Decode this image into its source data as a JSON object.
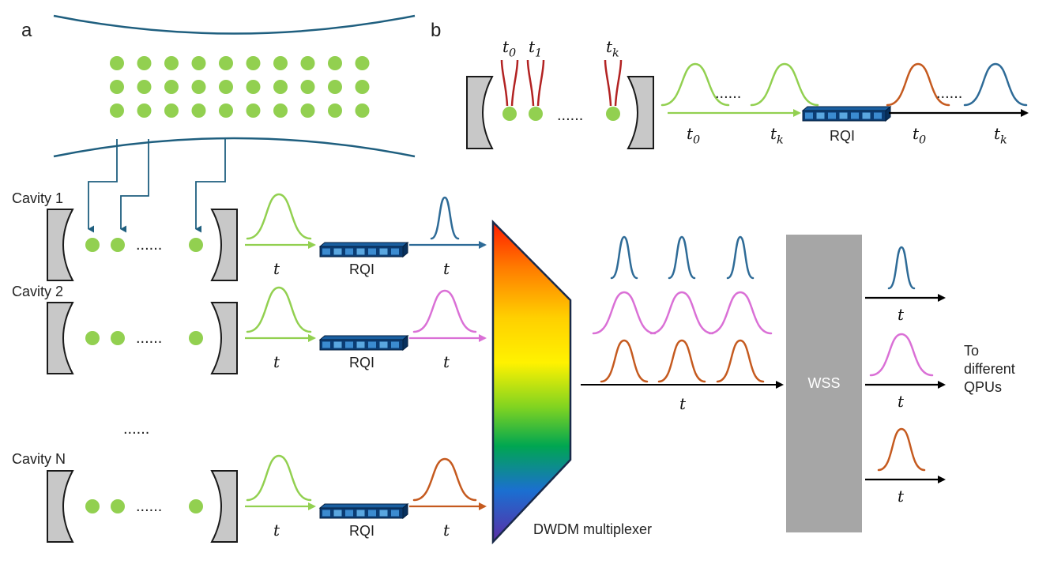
{
  "panels": {
    "a": "a",
    "b": "b"
  },
  "labels": {
    "cavity1": "Cavity 1",
    "cavity2": "Cavity 2",
    "cavityN": "Cavity N",
    "rqi": "RQI",
    "wss": "WSS",
    "dwdm": "DWDM multiplexer",
    "time": "t",
    "dots": "......",
    "dest_line1": "To",
    "dest_line2": "different",
    "dest_line3": "QPUs"
  },
  "panel_b": {
    "emit_labels": [
      {
        "base": "t",
        "sub": "0"
      },
      {
        "base": "t",
        "sub": "1"
      },
      {
        "base": "t",
        "sub": "k"
      }
    ],
    "axis_in": [
      {
        "base": "t",
        "sub": "0"
      },
      {
        "base": "t",
        "sub": "k"
      }
    ],
    "axis_out": [
      {
        "base": "t",
        "sub": "0"
      },
      {
        "base": "t",
        "sub": "k"
      }
    ]
  },
  "colors": {
    "atom": "#92d050",
    "fiber": "#1f5f7f",
    "mirror_fill": "#c8c8c8",
    "mirror_stroke": "#1a1a1a",
    "green_pulse": "#92d050",
    "blue_pulse": "#2e6b97",
    "pink_pulse": "#da70d6",
    "orange_pulse": "#c55a1f",
    "emission": "#b22222",
    "wss_fill": "#a6a6a6",
    "rqi_dark": "#0b3c73",
    "rqi_light": "#5aa7e0"
  }
}
